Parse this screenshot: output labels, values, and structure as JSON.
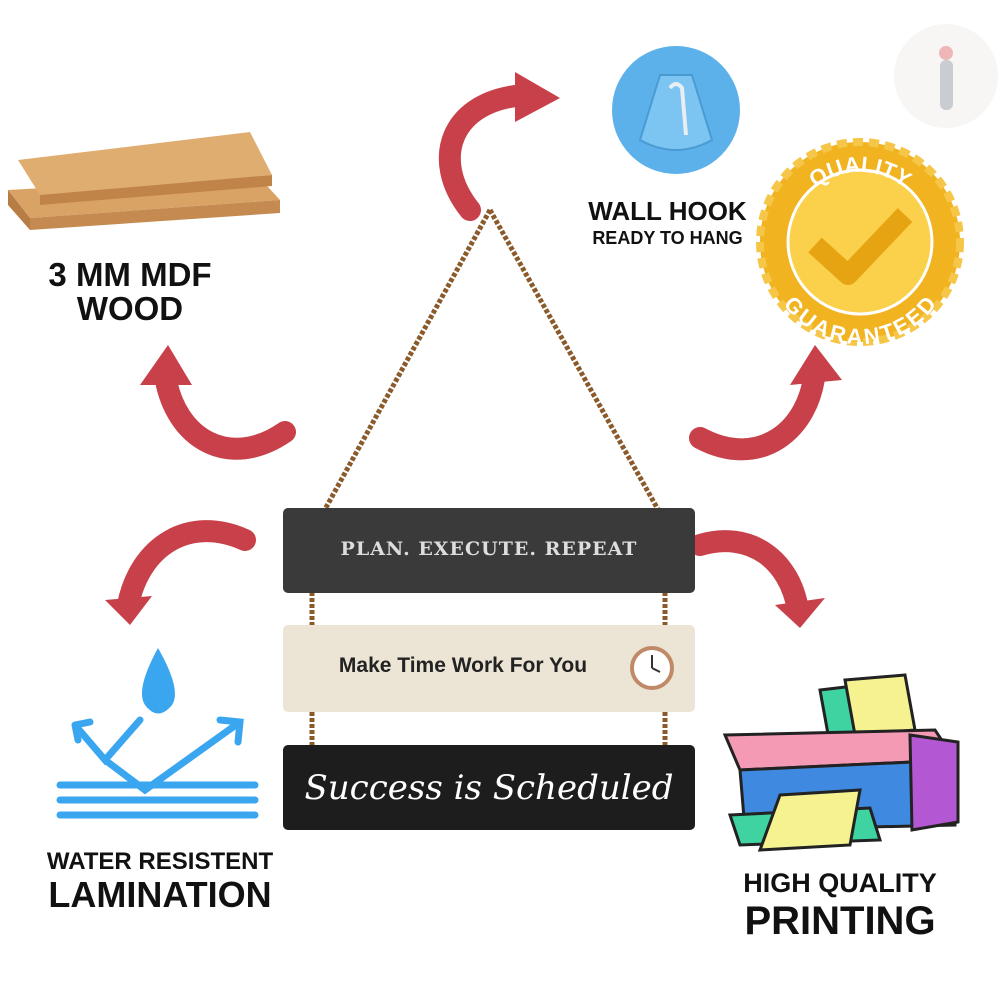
{
  "features": {
    "wood": {
      "line1": "3 MM MDF",
      "line2": "WOOD"
    },
    "hook": {
      "title": "WALL HOOK",
      "subtitle": "READY TO HANG"
    },
    "quality": {
      "top": "QUALITY",
      "bottom": "GUARANTEED"
    },
    "water": {
      "line1": "WATER RESISTENT",
      "line2": "LAMINATION"
    },
    "printing": {
      "line1": "HIGH QUALITY",
      "line2": "PRINTING"
    }
  },
  "boards": [
    "PLAN. EXECUTE. REPEAT",
    "Make Time Work For You",
    "Success is Scheduled"
  ],
  "colors": {
    "arrow": "#c8414a",
    "board_dark": "#3a3a3a",
    "board_light": "#ece5d6",
    "board_black": "#1d1d1d",
    "hook_blue": "#5cb1ea",
    "gold": "#f2b320",
    "water_blue": "#3aa6ef"
  }
}
